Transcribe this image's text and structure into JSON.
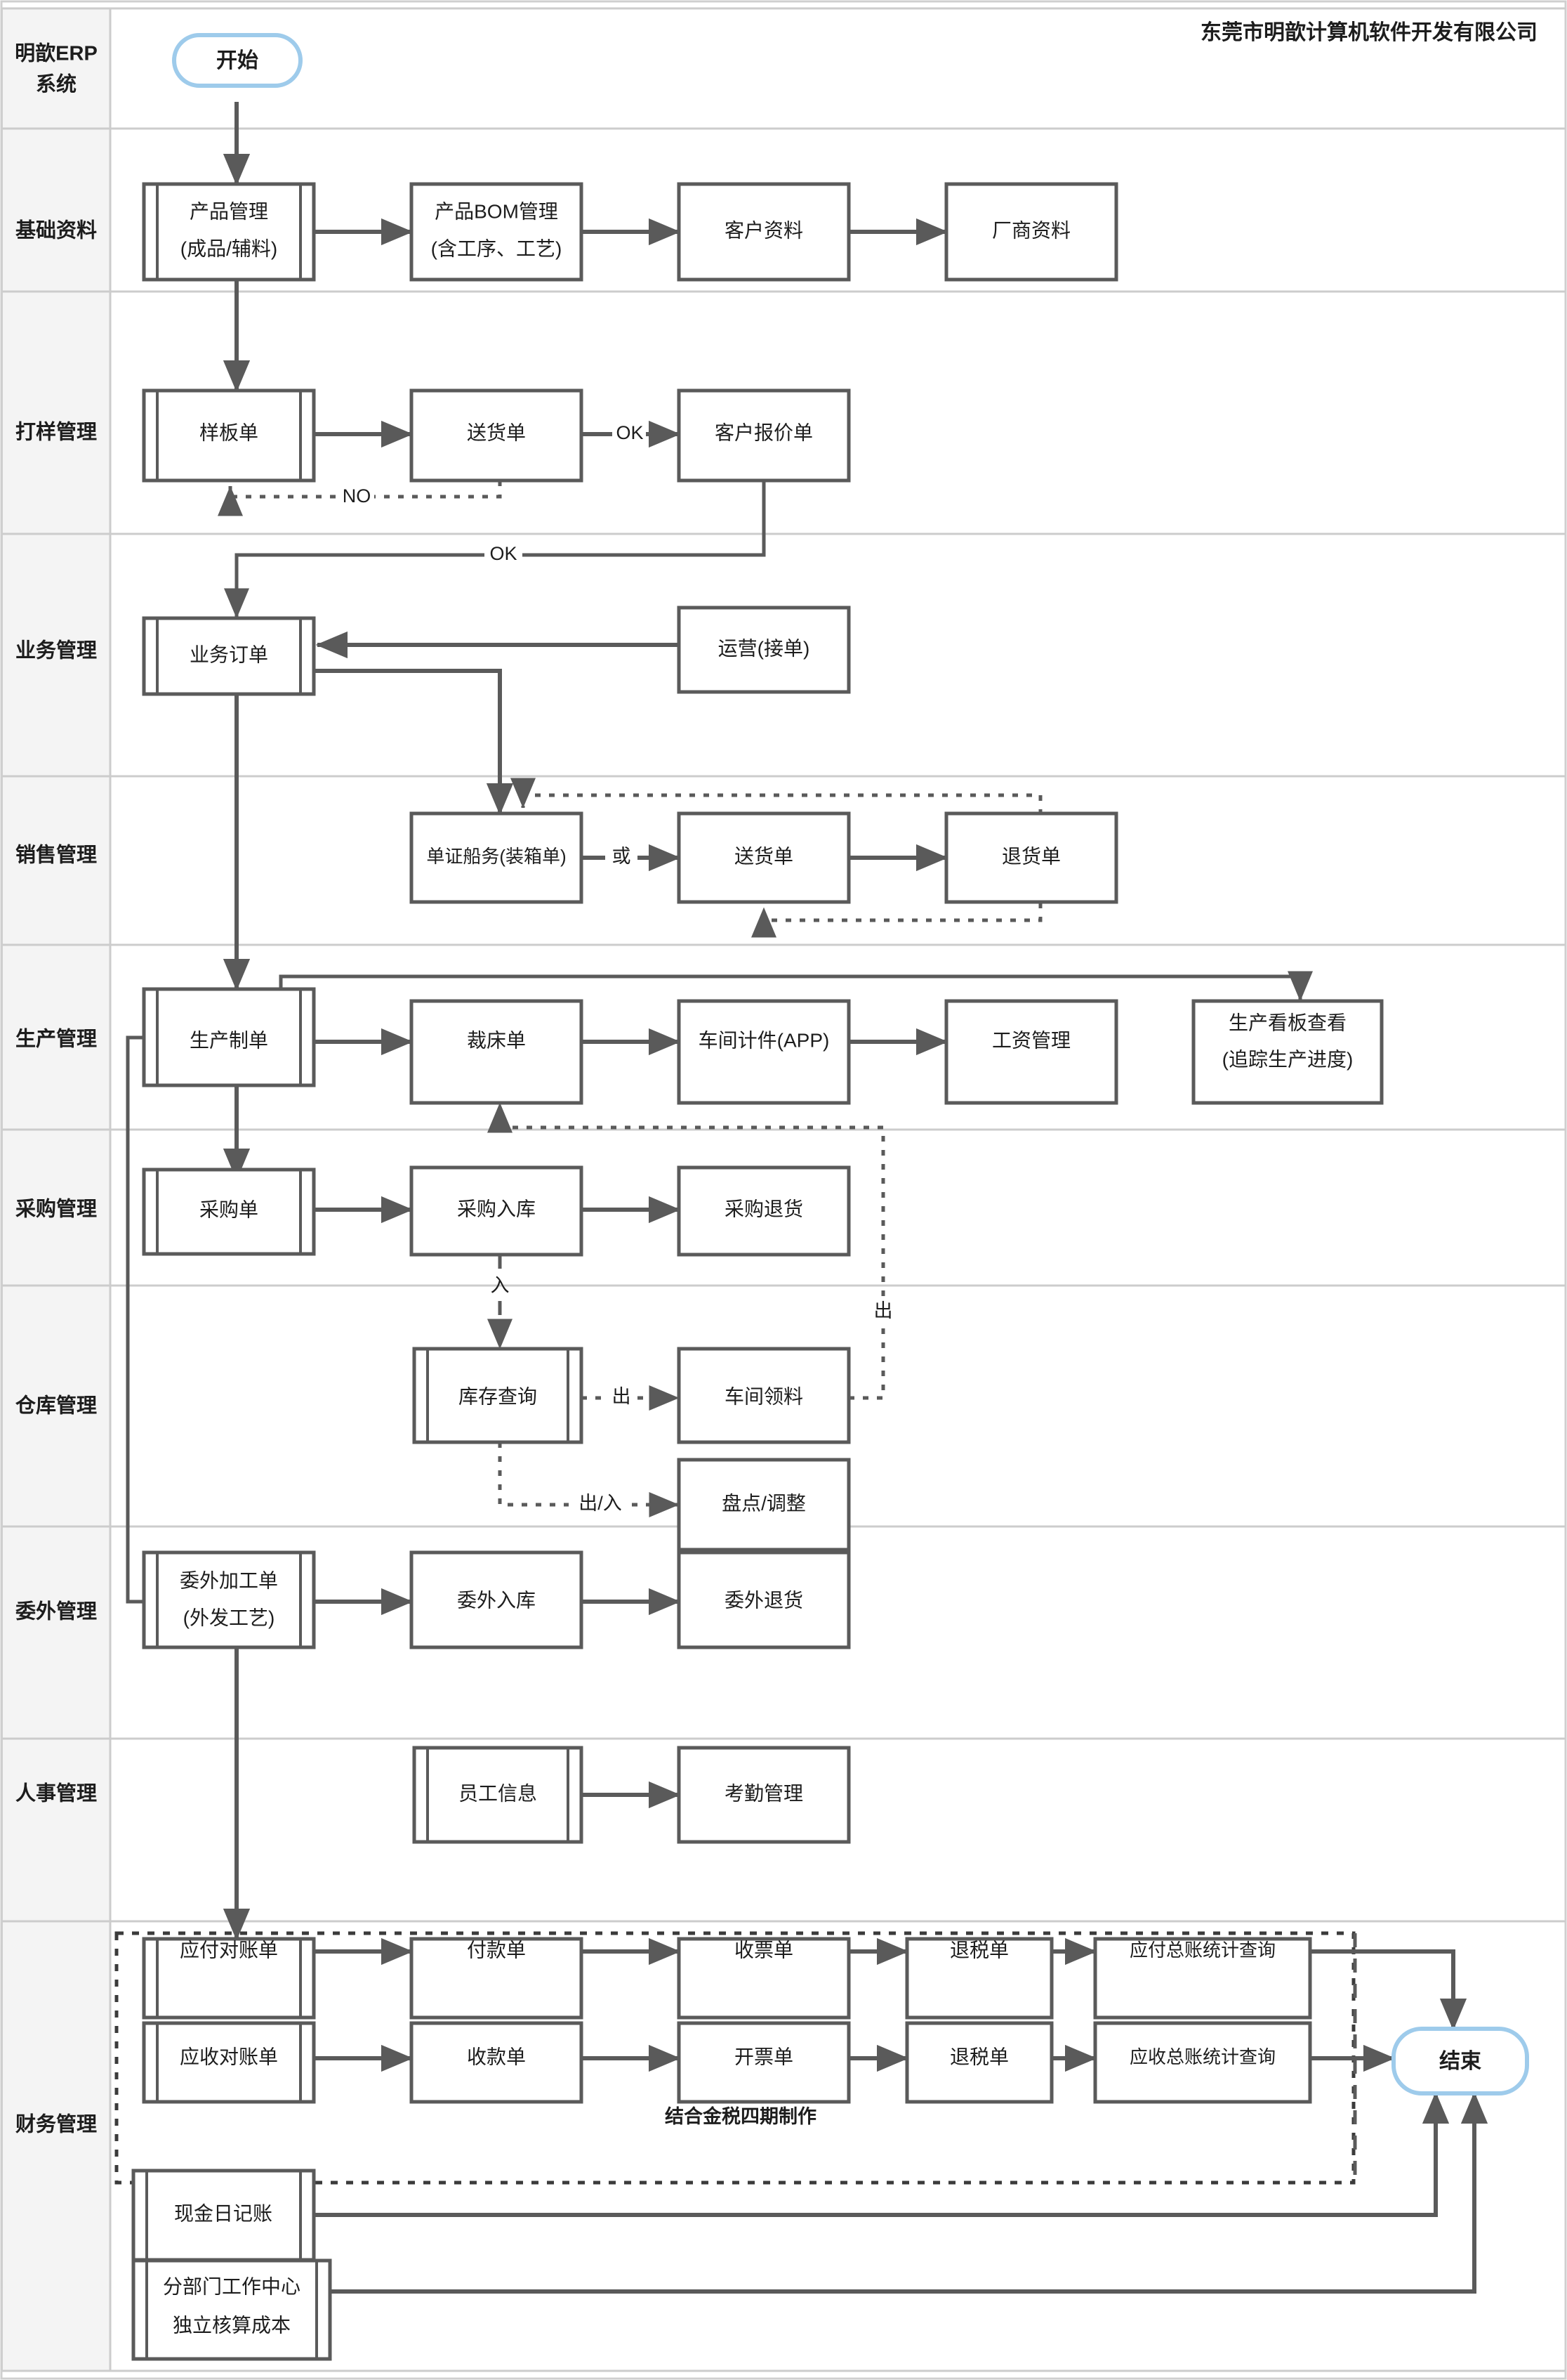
{
  "header": {
    "company": "东莞市明歆计算机软件开发有限公司"
  },
  "lanes": [
    {
      "id": "erp",
      "label": "明歆ERP\n系统",
      "label_line1": "明歆ERP",
      "label_line2": "系统"
    },
    {
      "id": "base",
      "label": "基础资料"
    },
    {
      "id": "sampling",
      "label": "打样管理"
    },
    {
      "id": "business",
      "label": "业务管理"
    },
    {
      "id": "sales",
      "label": "销售管理"
    },
    {
      "id": "production",
      "label": "生产管理"
    },
    {
      "id": "purchase",
      "label": "采购管理"
    },
    {
      "id": "warehouse",
      "label": "仓库管理"
    },
    {
      "id": "outsource",
      "label": "委外管理"
    },
    {
      "id": "hr",
      "label": "人事管理"
    },
    {
      "id": "finance",
      "label": "财务管理"
    }
  ],
  "nodes": {
    "start": "开始",
    "end": "结束",
    "product_mgmt_l1": "产品管理",
    "product_mgmt_l2": "(成品/辅料)",
    "bom_l1": "产品BOM管理",
    "bom_l2": "(含工序、工艺)",
    "customer_info": "客户资料",
    "vendor_info": "厂商资料",
    "sample_order": "样板单",
    "delivery_note_s": "送货单",
    "customer_quote": "客户报价单",
    "business_order": "业务订单",
    "operation_take": "运营(接单)",
    "doc_shipping": "单证船务(装箱单)",
    "delivery_note_x": "送货单",
    "return_note": "退货单",
    "production_order": "生产制单",
    "cutting_order": "裁床单",
    "workshop_piece": "车间计件(APP)",
    "salary_mgmt": "工资管理",
    "kanban_l1": "生产看板查看",
    "kanban_l2": "(追踪生产进度)",
    "purchase_order": "采购单",
    "purchase_in": "采购入库",
    "purchase_return": "采购退货",
    "stock_query": "库存查询",
    "workshop_pick": "车间领料",
    "stocktake_adjust": "盘点/调整",
    "outsource_order_l1": "委外加工单",
    "outsource_order_l2": "(外发工艺)",
    "outsource_in": "委外入库",
    "outsource_return": "委外退货",
    "employee_info": "员工信息",
    "attendance_mgmt": "考勤管理",
    "ap_statement": "应付对账单",
    "payment_note": "付款单",
    "receipt_invoice": "收票单",
    "tax_refund_1": "退税单",
    "ap_ledger_query": "应付总账统计查询",
    "ar_statement": "应收对账单",
    "receipt_note": "收款单",
    "issue_invoice": "开票单",
    "tax_refund_2": "退税单",
    "ar_ledger_query": "应收总账统计查询",
    "cash_journal": "现金日记账",
    "dept_center_l1": "分部门工作中心",
    "dept_center_l2": "独立核算成本"
  },
  "edge_labels": {
    "ok1": "OK",
    "ok2": "OK",
    "no1": "NO",
    "or1": "或",
    "in1": "入",
    "out1": "出",
    "out2": "出",
    "out_in": "出/入"
  },
  "notes": {
    "golden_tax": "结合金税四期制作"
  },
  "colors": {
    "lane_bg": "#f4f4f4",
    "lane_border": "#cfcfcf",
    "node_stroke": "#5a5a5a",
    "terminator_stroke": "#9ecbeb",
    "text": "#1d1d1d",
    "page_bg": "#ffffff"
  }
}
